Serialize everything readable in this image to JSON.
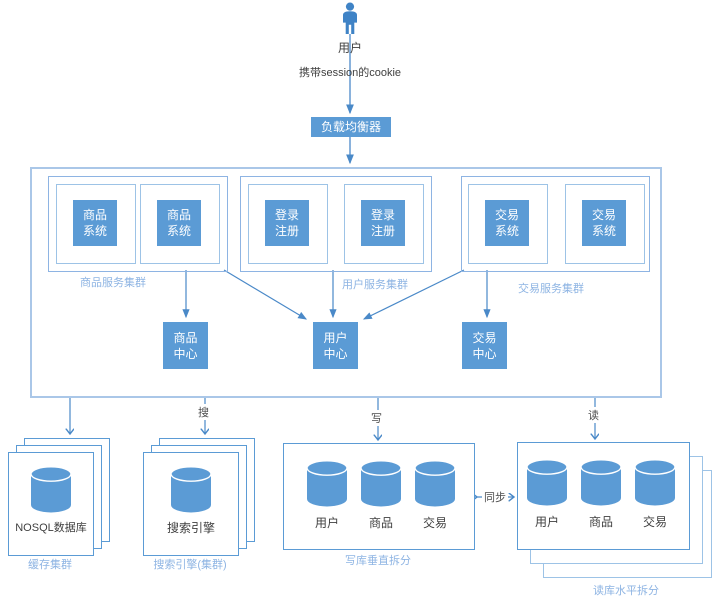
{
  "colors": {
    "solid_blue": "#5b9bd5",
    "line_blue": "#4a89c8",
    "container_border": "#aac7e8",
    "cluster_border": "#8eb4e3",
    "node_border": "#9dc3e6",
    "light_label_text": "#8eb4e3",
    "dark_text": "#3f3f3f"
  },
  "top": {
    "user_label": "用户",
    "cookie_note": "携带session的cookie",
    "load_balancer_label": "负载均衡器"
  },
  "clusters": [
    {
      "label": "商品服务集群",
      "nodes": [
        {
          "line1": "商品",
          "line2": "系统"
        },
        {
          "line1": "商品",
          "line2": "系统"
        }
      ]
    },
    {
      "label": "用户服务集群",
      "nodes": [
        {
          "line1": "登录",
          "line2": "注册"
        },
        {
          "line1": "登录",
          "line2": "注册"
        }
      ]
    },
    {
      "label": "交易服务集群",
      "nodes": [
        {
          "line1": "交易",
          "line2": "系统"
        },
        {
          "line1": "交易",
          "line2": "系统"
        }
      ]
    }
  ],
  "centers": [
    {
      "line1": "商品",
      "line2": "中心"
    },
    {
      "line1": "用户",
      "line2": "中心"
    },
    {
      "line1": "交易",
      "line2": "中心"
    }
  ],
  "flow_labels": {
    "search": "搜",
    "write": "写",
    "read": "读",
    "sync": "同步"
  },
  "storage": {
    "cache": {
      "db_label": "NOSQL数据库",
      "caption": "缓存集群"
    },
    "search": {
      "db_label": "搜索引擎",
      "caption": "搜索引擎(集群)"
    },
    "write": {
      "db_labels": [
        "用户",
        "商品",
        "交易"
      ],
      "caption": "写库垂直拆分"
    },
    "read": {
      "db_labels": [
        "用户",
        "商品",
        "交易"
      ],
      "caption": "读库水平拆分"
    }
  }
}
